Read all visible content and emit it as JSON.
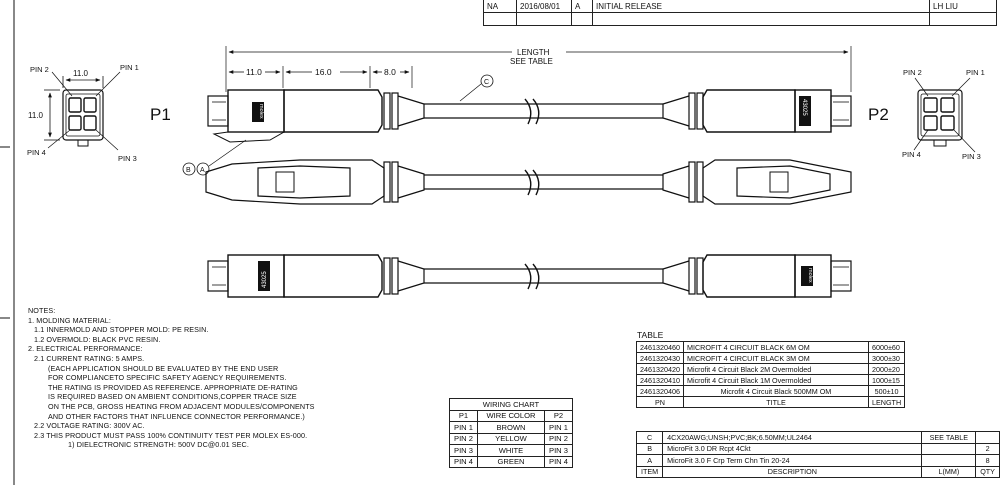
{
  "revision": {
    "rows": [
      {
        "rev": "NA",
        "date": "2016/08/01",
        "letter": "A",
        "description": "INITIAL RELEASE",
        "by": "LH LIU"
      },
      {
        "rev": "",
        "date": "",
        "letter": "",
        "description": "",
        "by": ""
      }
    ]
  },
  "diagram": {
    "p1_label": "P1",
    "p2_label": "P2",
    "pin1": "PIN 1",
    "pin2": "PIN 2",
    "pin3": "PIN 3",
    "pin4": "PIN 4",
    "dim_11_h": "11.0",
    "dim_11_v": "11.0",
    "dim_a": "11.0",
    "dim_b": "16.0",
    "dim_c": "8.0",
    "length_label": "LENGTH",
    "see_table": "SEE TABLE",
    "callout_c": "C",
    "callout_b": "B",
    "callout_a": "A",
    "brand": "molex",
    "part_stamp": "43025"
  },
  "notes": {
    "lines": [
      {
        "level": 0,
        "text": "NOTES:"
      },
      {
        "level": 0,
        "text": "1. MOLDING MATERIAL:"
      },
      {
        "level": 1,
        "text": "1.1 INNERMOLD AND STOPPER MOLD: PE RESIN."
      },
      {
        "level": 1,
        "text": "1.2 OVERMOLD: BLACK PVC RESIN."
      },
      {
        "level": 0,
        "text": "2. ELECTRICAL PERFORMANCE:"
      },
      {
        "level": 1,
        "text": "2.1 CURRENT RATING: 5 AMPS."
      },
      {
        "level": 2,
        "text": "(EACH APPLICATION SHOULD BE EVALUATED BY THE END USER"
      },
      {
        "level": 2,
        "text": "FOR COMPLIANCETO SPECIFIC SAFETY AGENCY REQUIREMENTS."
      },
      {
        "level": 2,
        "text": "THE RATING IS PROVIDED AS REFERENCE. APPROPRIATE DE-RATING"
      },
      {
        "level": 2,
        "text": "IS REQUIRED BASED ON AMBIENT CONDITIONS,COPPER TRACE SIZE"
      },
      {
        "level": 2,
        "text": "ON THE PCB, GROSS HEATING FROM ADJACENT MODULES/COMPONENTS"
      },
      {
        "level": 2,
        "text": "AND OTHER FACTORS THAT INFLUENCE CONNECTOR PERFORMANCE.)"
      },
      {
        "level": 1,
        "text": "2.2 VOLTAGE RATING: 300V AC."
      },
      {
        "level": 1,
        "text": "2.3 THIS PRODUCT MUST PASS 100% CONTINUITY TEST PER MOLEX ES-000."
      },
      {
        "level": 3,
        "text": "1) DIELECTRONIC STRENGTH: 500V DC@0.01 SEC."
      }
    ]
  },
  "wiring_chart": {
    "title": "WIRING CHART",
    "headers": [
      "P1",
      "WIRE COLOR",
      "P2"
    ],
    "rows": [
      [
        "PIN 1",
        "BROWN",
        "PIN 1"
      ],
      [
        "PIN 2",
        "YELLOW",
        "PIN 2"
      ],
      [
        "PIN 3",
        "WHITE",
        "PIN 3"
      ],
      [
        "PIN 4",
        "GREEN",
        "PIN 4"
      ]
    ]
  },
  "length_table": {
    "caption": "TABLE",
    "rows": [
      [
        "2461320460",
        "MICROFIT 4 CIRCUIT BLACK 6M OM",
        "6000±60"
      ],
      [
        "2461320430",
        "MICROFIT 4 CIRCUIT BLACK 3M OM",
        "3000±30"
      ],
      [
        "2461320420",
        "Microfit 4 Circuit Black 2M Overmolded",
        "2000±20"
      ],
      [
        "2461320410",
        "Microfit 4 Circuit Black 1M Overmolded",
        "1000±15"
      ],
      [
        "2461320406",
        "Microfit 4 Circuit Black 500MM OM",
        "500±10"
      ]
    ],
    "footer": [
      "PN",
      "TITLE",
      "LENGTH"
    ]
  },
  "bom": {
    "rows": [
      [
        "C",
        "4CX20AWG;UNSH;PVC;BK;6.50MM;UL2464",
        "SEE TABLE",
        ""
      ],
      [
        "B",
        "MicroFit 3.0 DR Rcpt 4Ckt",
        "",
        "2"
      ],
      [
        "A",
        "MicroFit 3.0 F Crp Term Chn Tin 20-24",
        "",
        "8"
      ]
    ],
    "footer": [
      "ITEM",
      "DESCRIPTION",
      "L(MM)",
      "QTY"
    ]
  }
}
